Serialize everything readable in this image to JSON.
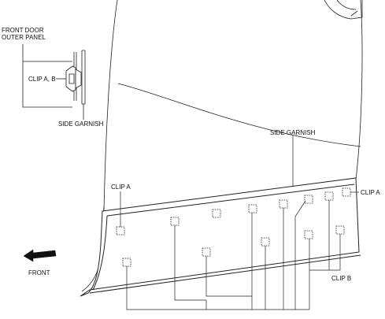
{
  "labels": {
    "front_door_outer_panel_l1": "FRONT DOOR",
    "front_door_outer_panel_l2": "OUTER PANEL",
    "clip_ab": "CLIP A, B",
    "side_garnish_detail": "SIDE GARNISH",
    "side_garnish_main": "SIDE GARNISH",
    "clip_a_left": "CLIP A",
    "clip_a_right": "CLIP A",
    "clip_b": "CLIP B",
    "front": "FRONT"
  },
  "colors": {
    "line": "#222222",
    "arrow": "#111111",
    "background": "#ffffff"
  },
  "icons": {
    "front_arrow": "arrow-left-icon"
  }
}
